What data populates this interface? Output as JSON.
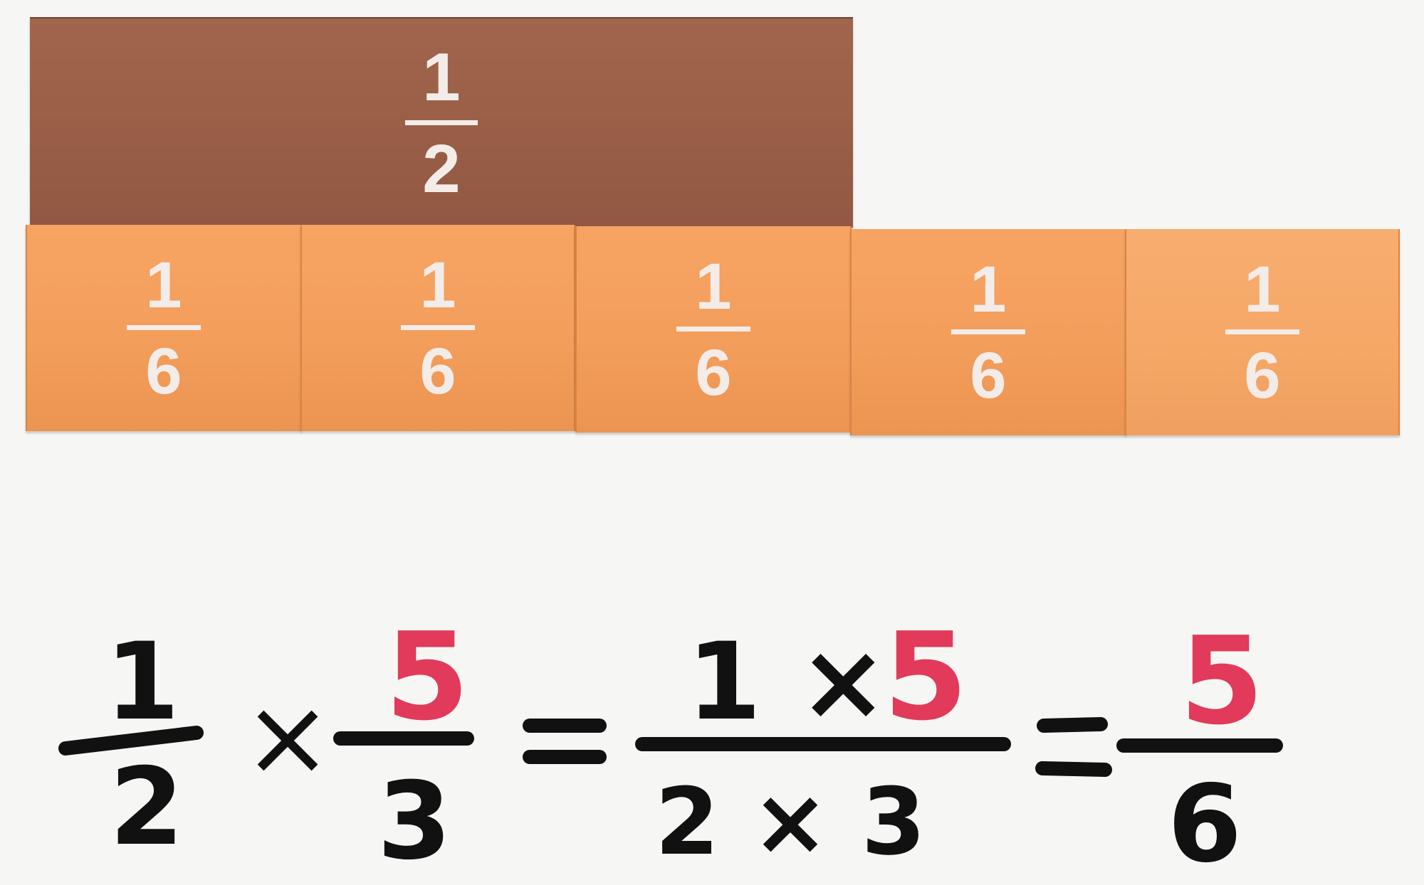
{
  "tiles": {
    "half": {
      "numerator": "1",
      "denominator": "2"
    },
    "sixths": [
      {
        "numerator": "1",
        "denominator": "6"
      },
      {
        "numerator": "1",
        "denominator": "6"
      },
      {
        "numerator": "1",
        "denominator": "6"
      },
      {
        "numerator": "1",
        "denominator": "6"
      },
      {
        "numerator": "1",
        "denominator": "6"
      }
    ]
  },
  "equation": {
    "term1": {
      "numerator": "1",
      "denominator": "2"
    },
    "times_sign": "×",
    "term2": {
      "numerator": "5",
      "denominator": "3"
    },
    "equals_sign": "=",
    "product": {
      "numerator": "1 × 5",
      "numerator_left": "1 ×",
      "numerator_right": "5",
      "denominator": "2 × 3"
    },
    "result": {
      "numerator": "5",
      "denominator": "6"
    }
  },
  "colors": {
    "half_tile": "#9b5f48",
    "sixth_tile": "#f39d5b",
    "ink_black": "#111111",
    "ink_red": "#e23a5a"
  }
}
